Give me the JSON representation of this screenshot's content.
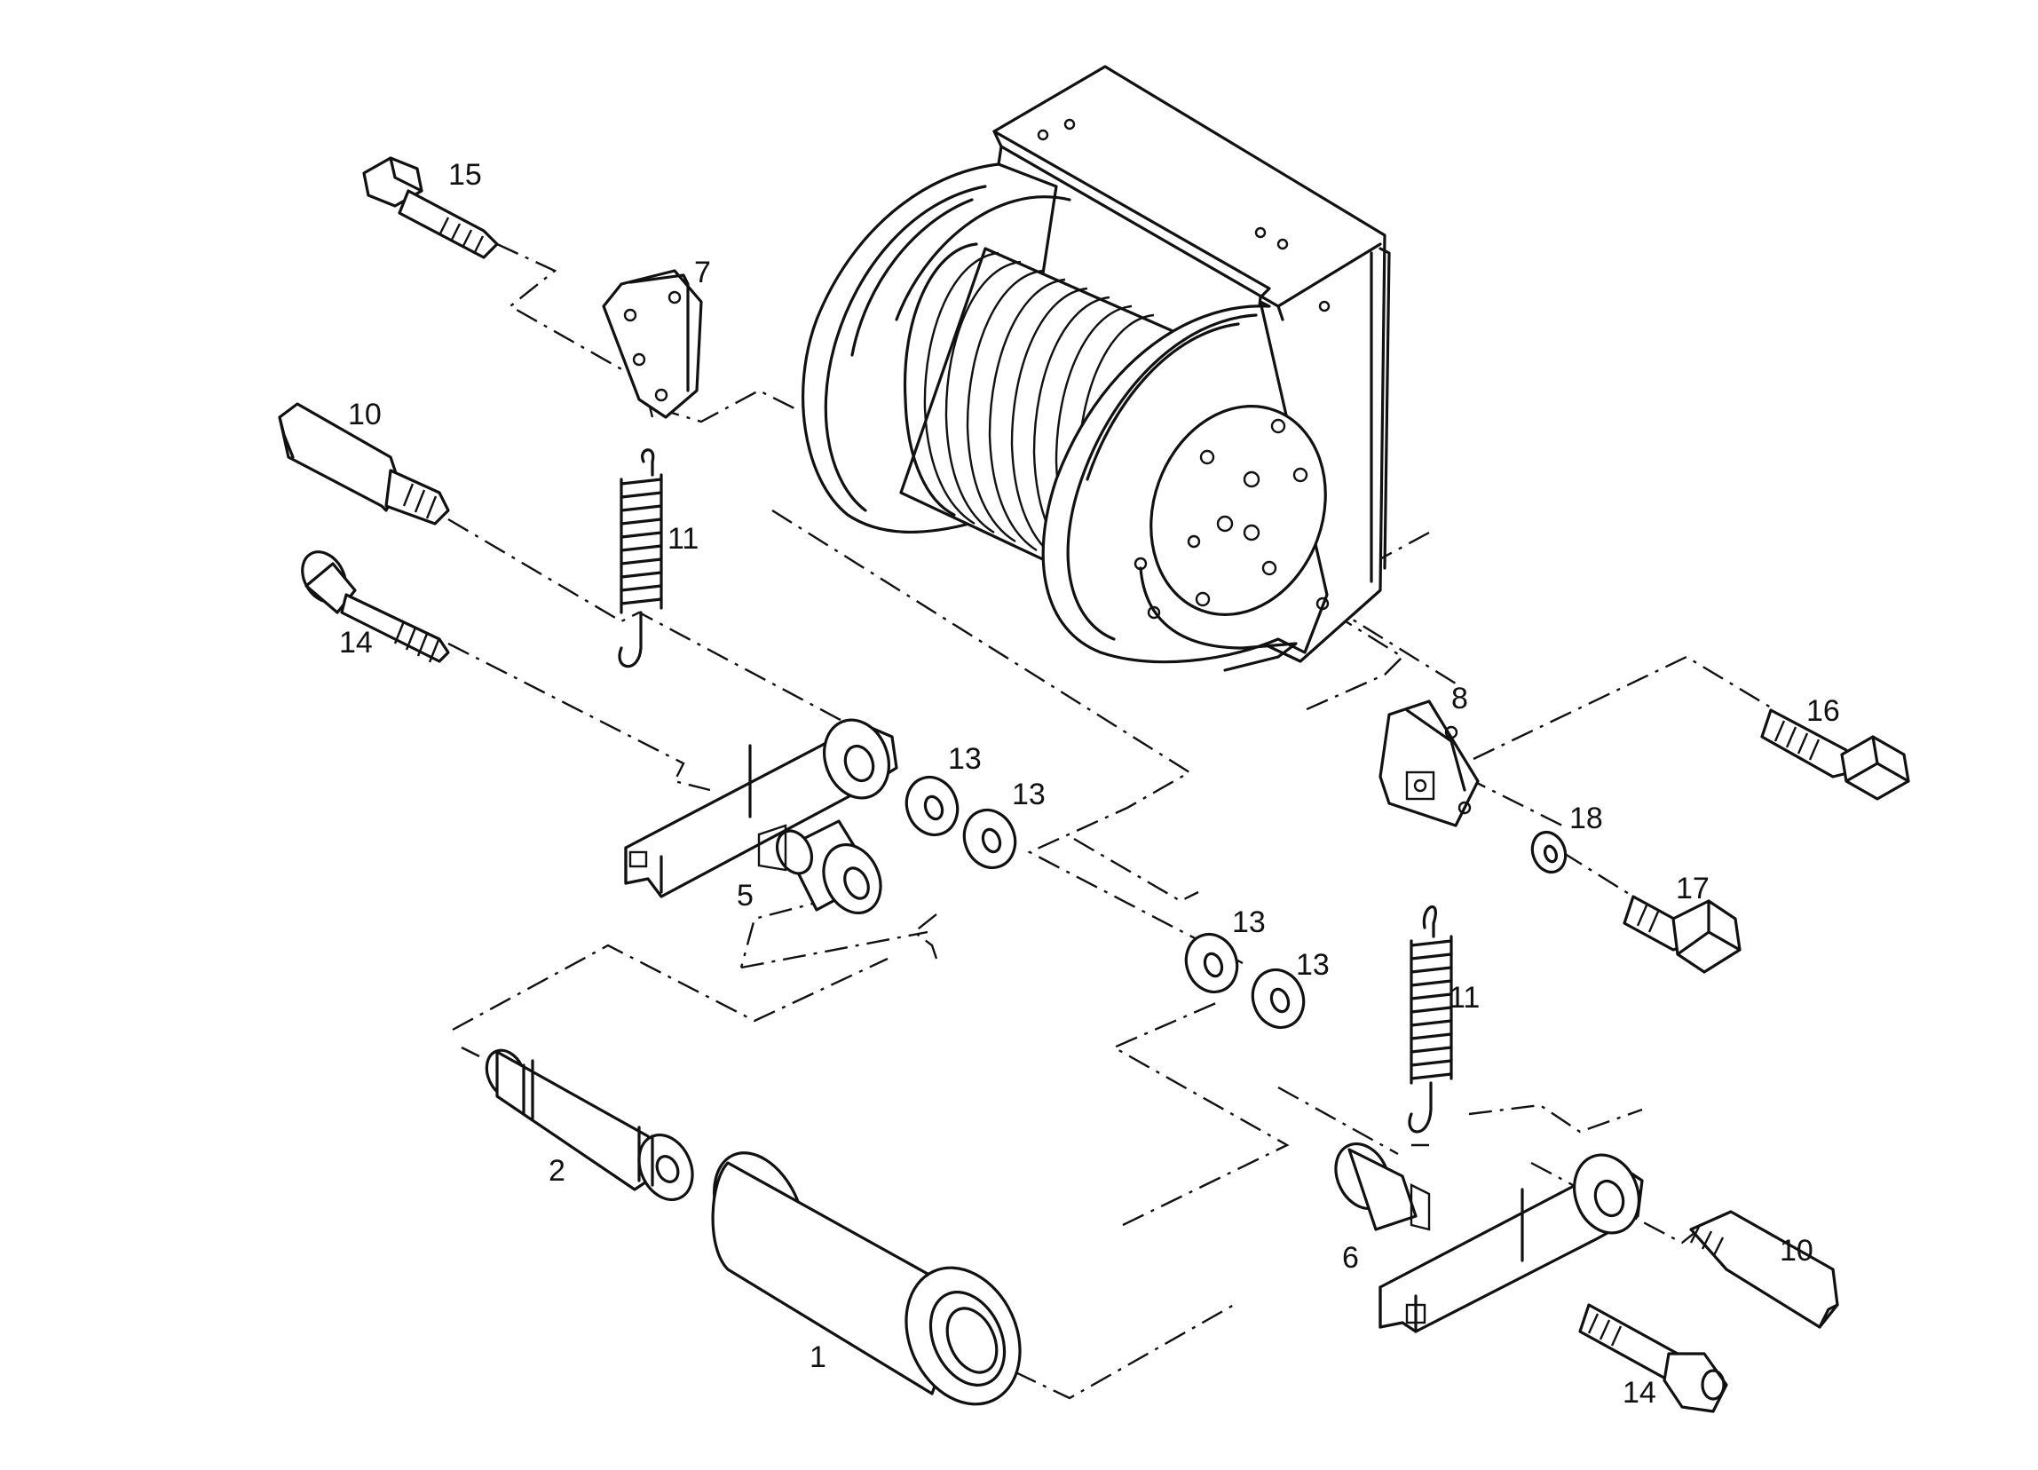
{
  "diagram": {
    "style": "exploded parts view, black line art on white",
    "colors": {
      "line": "#111111",
      "background": "#ffffff"
    },
    "callouts": [
      {
        "id": "c15",
        "label": "15"
      },
      {
        "id": "c7",
        "label": "7"
      },
      {
        "id": "c10a",
        "label": "10"
      },
      {
        "id": "c11a",
        "label": "11"
      },
      {
        "id": "c14a",
        "label": "14"
      },
      {
        "id": "c13a",
        "label": "13"
      },
      {
        "id": "c13b",
        "label": "13"
      },
      {
        "id": "c5",
        "label": "5"
      },
      {
        "id": "c8",
        "label": "8"
      },
      {
        "id": "c16",
        "label": "16"
      },
      {
        "id": "c18",
        "label": "18"
      },
      {
        "id": "c17",
        "label": "17"
      },
      {
        "id": "c13c",
        "label": "13"
      },
      {
        "id": "c13d",
        "label": "13"
      },
      {
        "id": "c11b",
        "label": "11"
      },
      {
        "id": "c2",
        "label": "2"
      },
      {
        "id": "c6",
        "label": "6"
      },
      {
        "id": "c10b",
        "label": "10"
      },
      {
        "id": "c1",
        "label": "1"
      },
      {
        "id": "c14b",
        "label": "14"
      }
    ]
  }
}
